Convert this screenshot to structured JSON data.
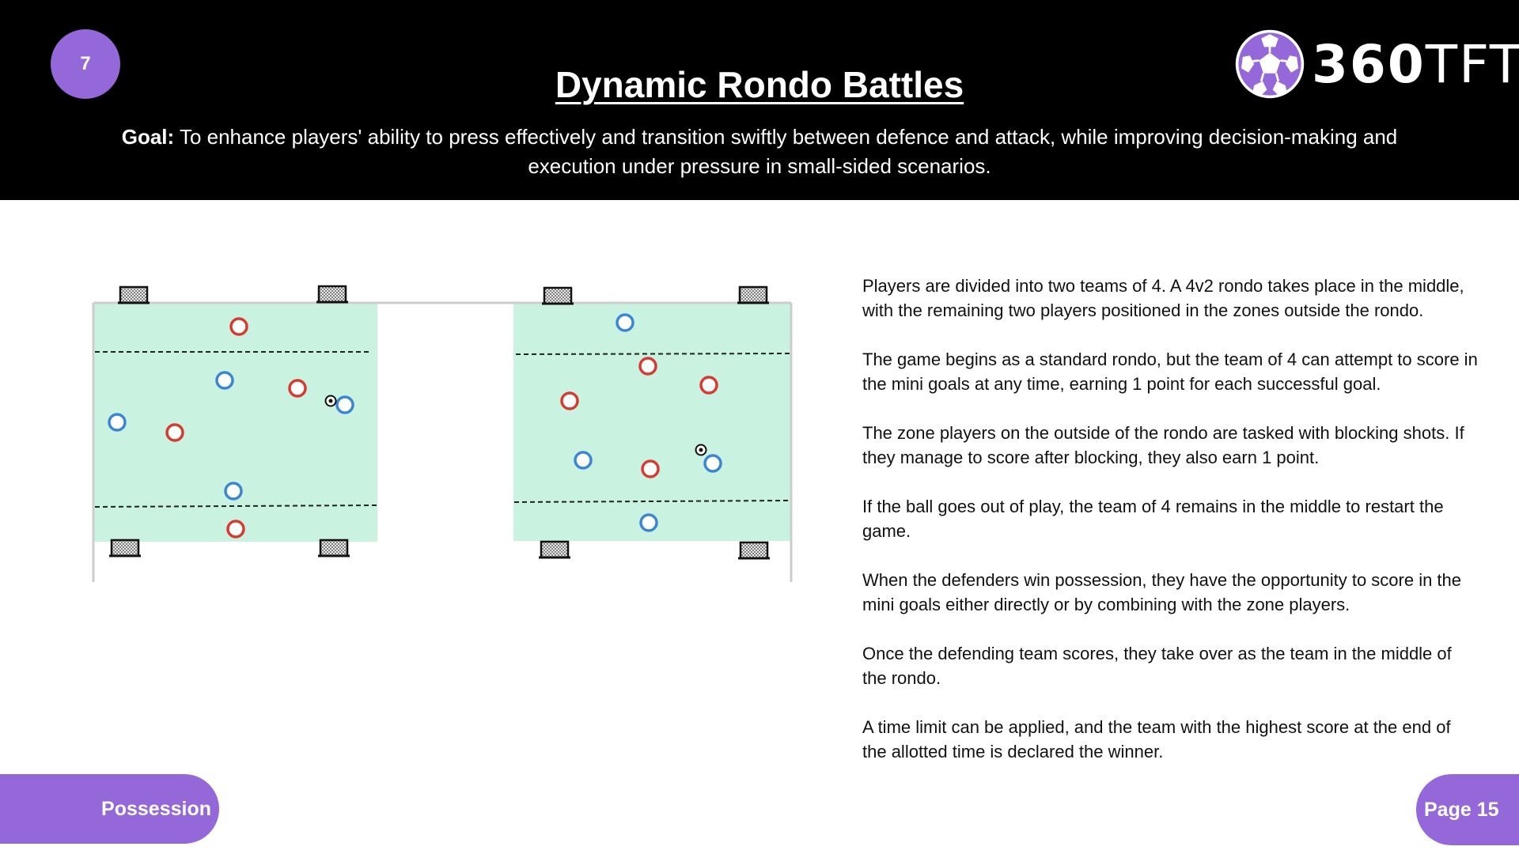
{
  "header": {
    "drill_number": "7",
    "title": "Dynamic Rondo Battles",
    "goal_label": "Goal:",
    "goal_text": " To enhance players' ability to press effectively and transition swiftly between defence and attack, while improving decision-making and execution under pressure in small-sided scenarios."
  },
  "logo": {
    "brand_bold": "360",
    "brand_light": "TFT",
    "icon": "soccer-ball-icon"
  },
  "colors": {
    "accent": "#9468d8",
    "header_bg": "#000000",
    "pitch": "#c9f2e0",
    "red_team": "#d93a30",
    "blue_team": "#3a86d4"
  },
  "description": [
    "Players are divided into two teams of 4. A 4v2 rondo takes place in the middle, with the remaining two players positioned in the zones outside the rondo.",
    "The game begins as a standard rondo, but the team of 4 can attempt to score in the mini goals at any time, earning 1 point for each successful goal.",
    "The zone players on the outside of the rondo are tasked with blocking shots. If they manage to score after blocking, they also earn 1 point.",
    "If the ball goes out of play, the team of 4 remains in the middle to restart the game.",
    "When the defenders win possession, they have the opportunity to score in the mini goals either directly or by combining with the zone players.",
    "Once the defending team scores, they take over as the team in the middle of the rondo.",
    "A time limit can be applied, and the team with the highest score at the end of the allotted time is declared the winner."
  ],
  "footer": {
    "category": "Possession",
    "page": "Page 15"
  }
}
